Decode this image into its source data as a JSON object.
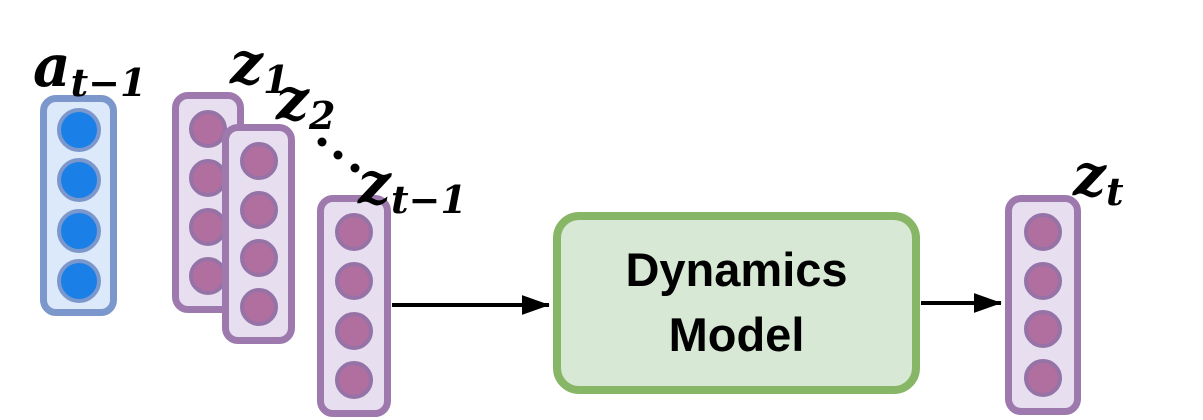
{
  "labels": {
    "action": {
      "main": "a",
      "sub": "t−1"
    },
    "z1": {
      "main": "z",
      "sub": "1"
    },
    "z2": {
      "main": "z",
      "sub": "2"
    },
    "zt_minus_1": {
      "main": "z",
      "sub": "t−1"
    },
    "zt": {
      "main": "z",
      "sub": "t"
    },
    "ellipsis": "⋱"
  },
  "dynamics_model": {
    "line1": "Dynamics",
    "line2": "Model"
  },
  "vectors": {
    "action": {
      "node_count": 4
    },
    "z1": {
      "node_count": 4
    },
    "z2": {
      "node_count": 4
    },
    "zt_minus_1": {
      "node_count": 4
    },
    "zt": {
      "node_count": 4
    }
  },
  "colors": {
    "action_box_fill": "#dce9fb",
    "action_box_stroke": "#7b97cb",
    "action_node_fill": "#1a80e8",
    "action_node_stroke": "#7b97cb",
    "latent_box_fill": "#e7def0",
    "latent_box_stroke": "#9d79ae",
    "latent_node_fill": "#b06f9e",
    "latent_node_stroke": "#9673a6",
    "model_box_fill": "#d7e8d4",
    "model_box_stroke": "#87b667",
    "arrow": "#000000",
    "label_text": "#000000"
  }
}
